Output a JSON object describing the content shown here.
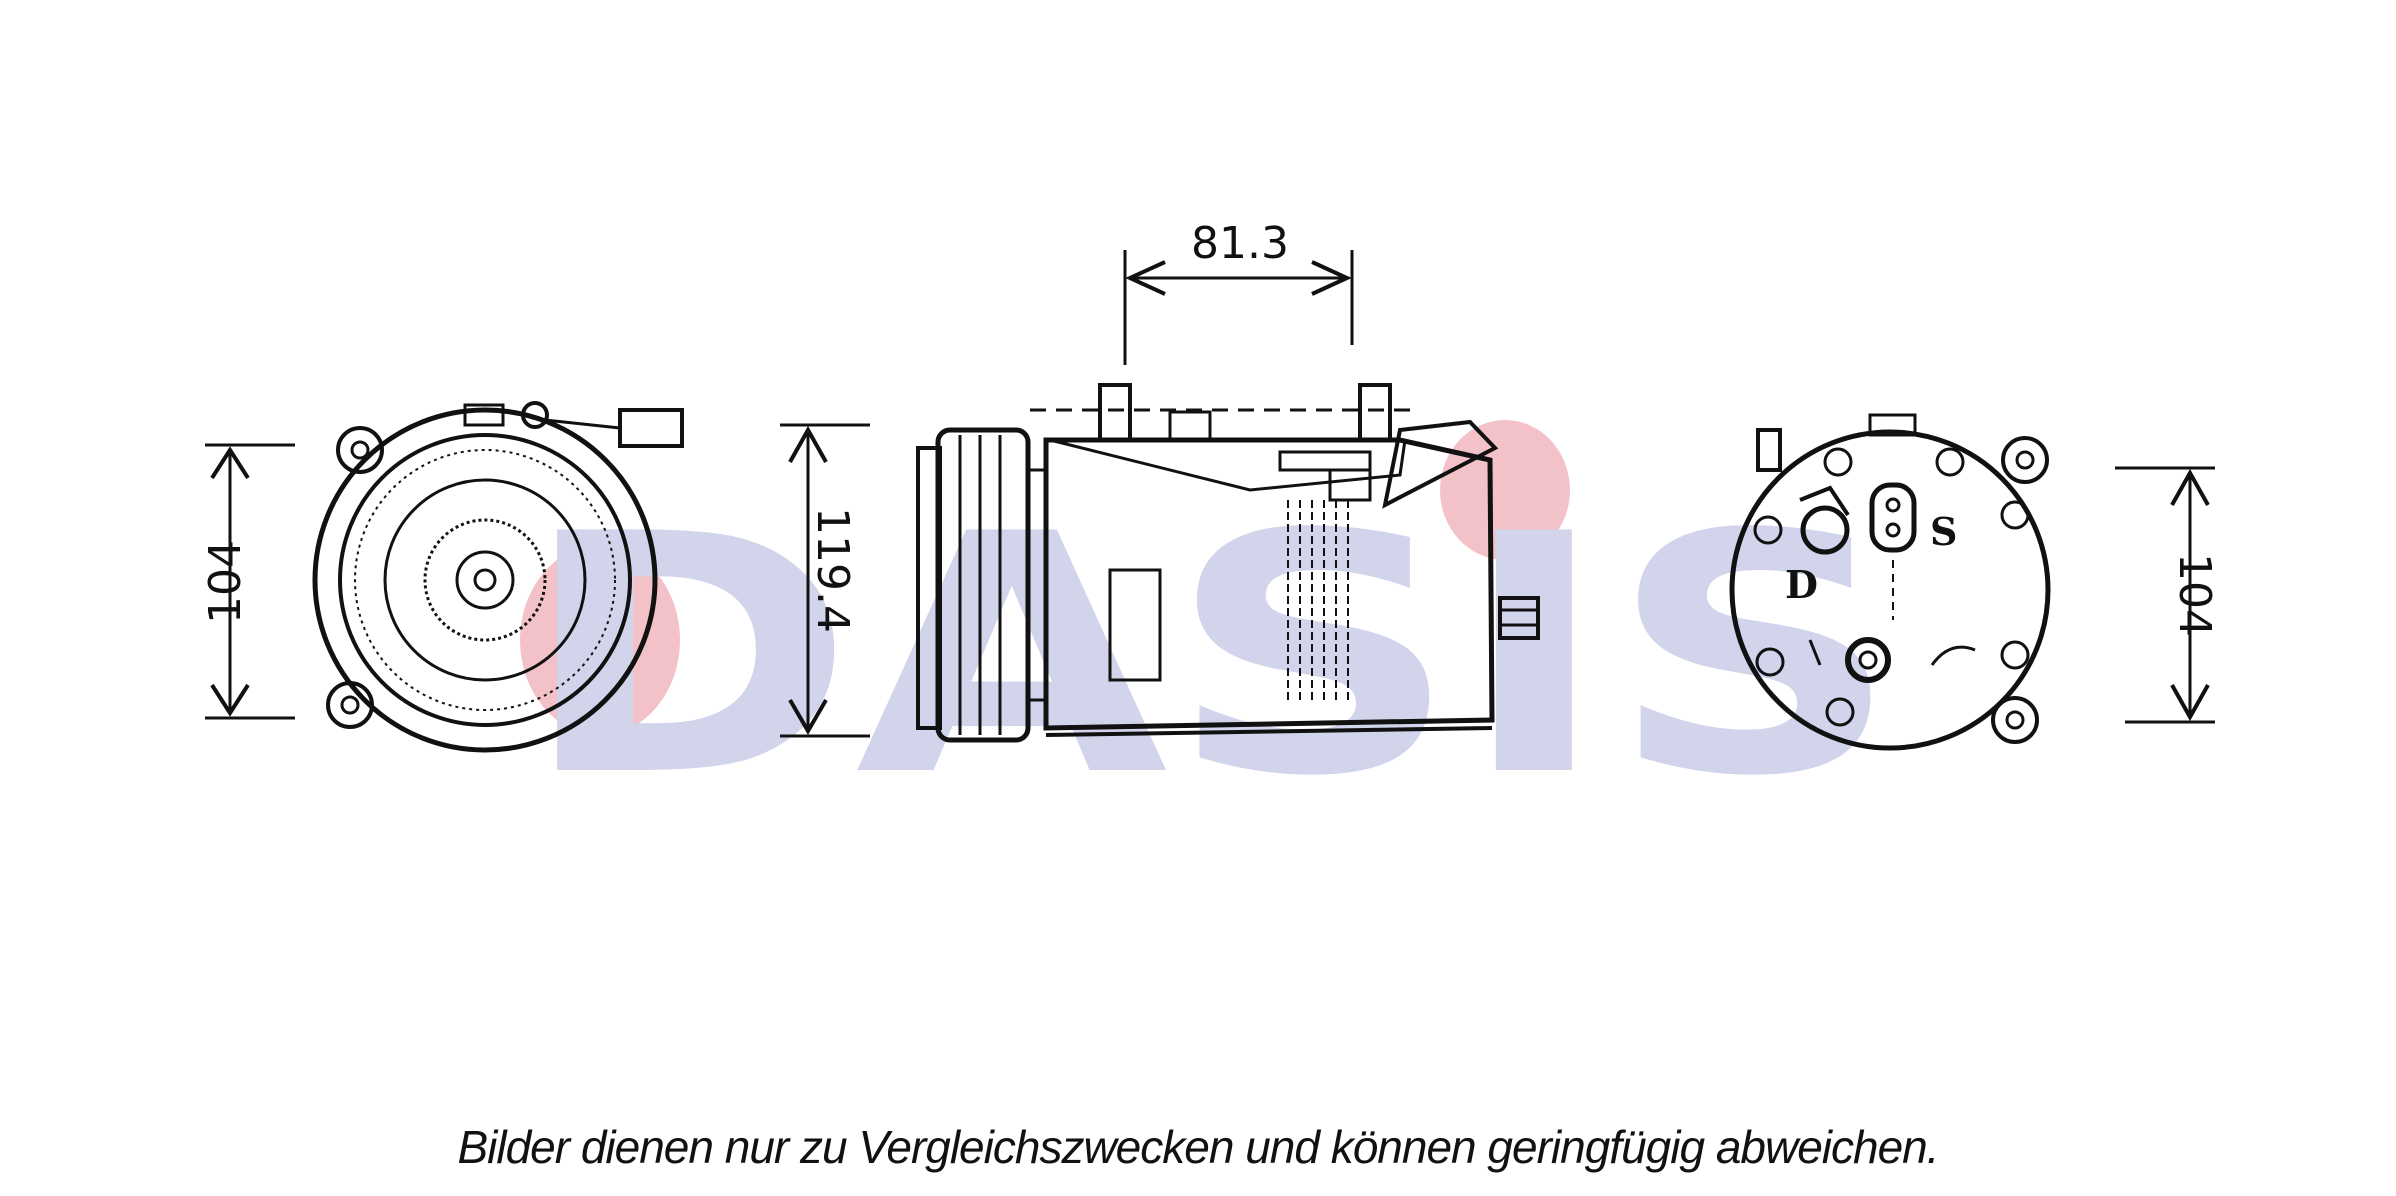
{
  "watermark": {
    "text": "DASIS",
    "color_blue": "#c9cde8",
    "color_red": "#f2b8c0"
  },
  "dimensions": {
    "front_height": "104",
    "side_height": "119.4",
    "port_spacing": "81.3",
    "rear_height": "104"
  },
  "ports": {
    "discharge": "D",
    "suction": "S"
  },
  "disclaimer": "Bilder dienen nur zu Vergleichszwecken und können geringfügig abweichen.",
  "colors": {
    "line": "#111111",
    "background": "#ffffff"
  }
}
